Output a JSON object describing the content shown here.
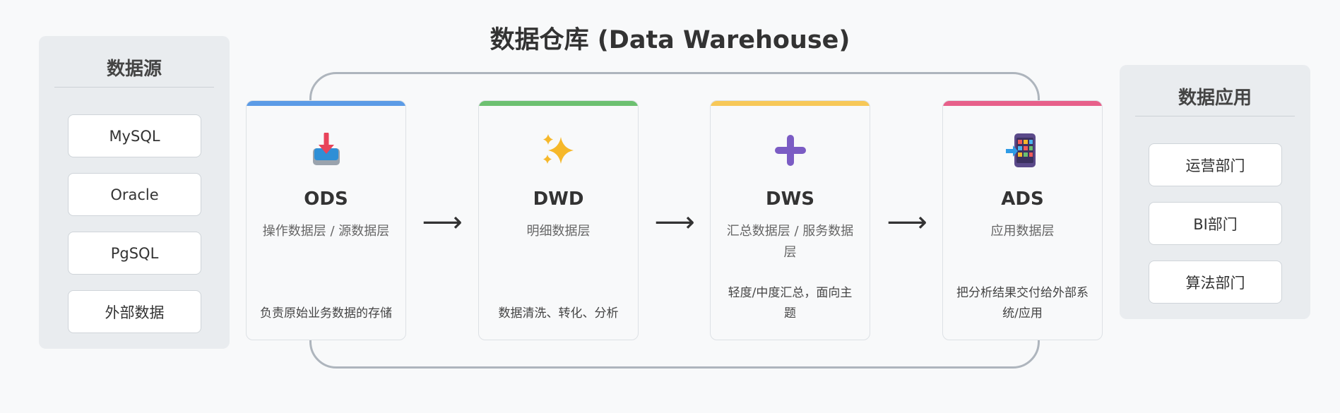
{
  "title": "数据仓库 (Data Warehouse)",
  "sources": {
    "title": "数据源",
    "items": [
      "MySQL",
      "Oracle",
      "PgSQL",
      "外部数据"
    ]
  },
  "applications": {
    "title": "数据应用",
    "items": [
      "运营部门",
      "BI部门",
      "算法部门"
    ]
  },
  "layers": [
    {
      "code": "ODS",
      "subtitle": "操作数据层 / 源数据层",
      "desc": "负责原始业务数据的存储",
      "icon": "inbox-tray-icon",
      "color": "#5b9be6"
    },
    {
      "code": "DWD",
      "subtitle": "明细数据层",
      "desc": "数据清洗、转化、分析",
      "icon": "sparkles-icon",
      "color": "#6cc070"
    },
    {
      "code": "DWS",
      "subtitle": "汇总数据层 / 服务数据层",
      "desc": "轻度/中度汇总，面向主题",
      "icon": "plus-icon",
      "color": "#f7c858"
    },
    {
      "code": "ADS",
      "subtitle": "应用数据层",
      "desc": "把分析结果交付给外部系统/应用",
      "icon": "mobile-app-icon",
      "color": "#e7608a"
    }
  ],
  "arrow_glyph": "⟶"
}
